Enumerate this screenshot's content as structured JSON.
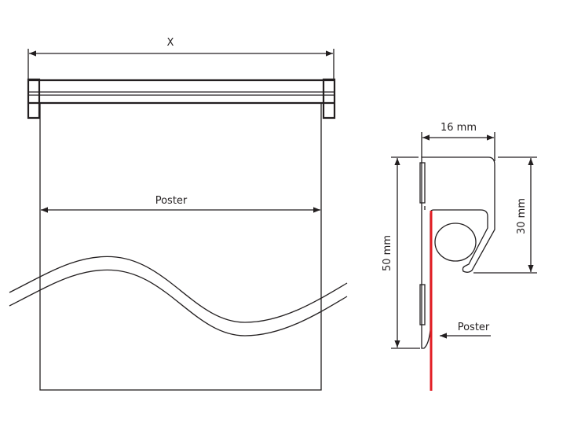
{
  "front_view": {
    "width_label": "X",
    "poster_label": "Poster"
  },
  "profile_view": {
    "width_label": "16 mm",
    "height_label": "50 mm",
    "channel_label": "30 mm",
    "poster_label": "Poster",
    "poster_color": "#e31e24"
  }
}
